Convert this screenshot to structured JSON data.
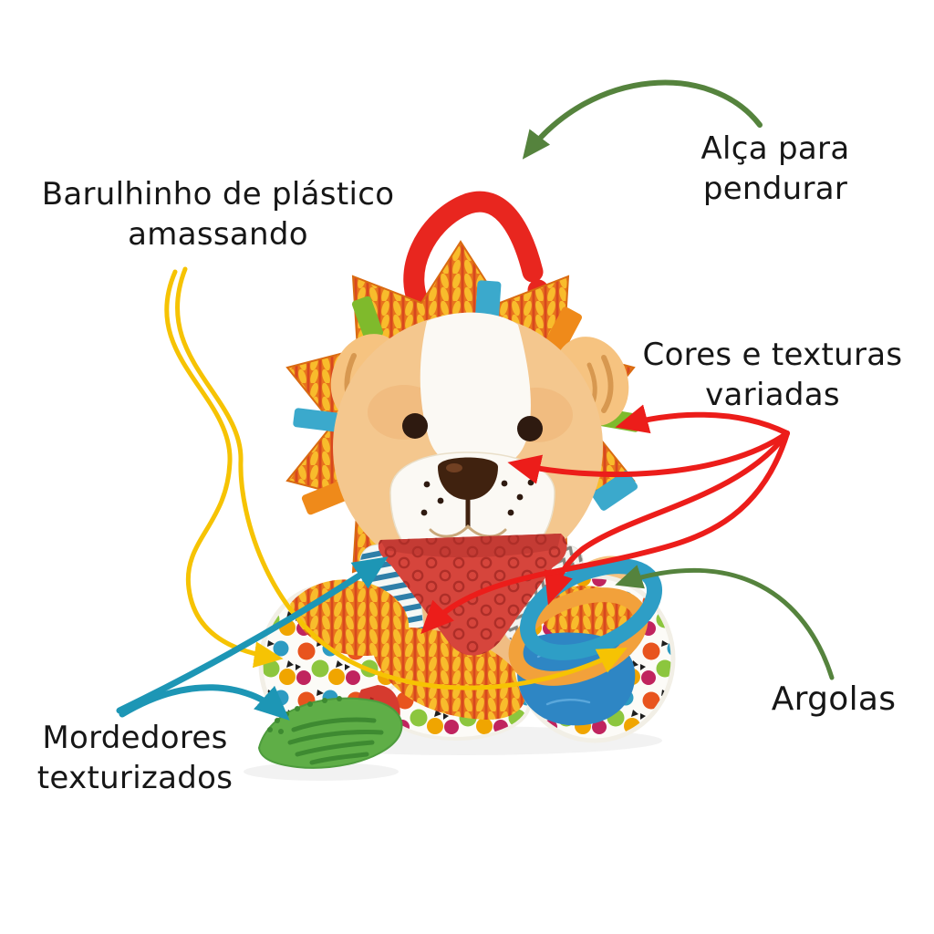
{
  "page": {
    "background": "#FFFFFF",
    "text_color": "#161616"
  },
  "labels": {
    "strap": {
      "line1": "Alça para",
      "line2": "pendurar",
      "color": "#55833D"
    },
    "crinkle": {
      "line1": "Barulhinho de plástico",
      "line2": "amassando",
      "color": "#F6C303"
    },
    "textures": {
      "line1": "Cores e texturas",
      "line2": "variadas",
      "color": "#EC1D1A"
    },
    "rings": {
      "line1": "Argolas",
      "color": "#55833D"
    },
    "teethers": {
      "line1": "Mordedores",
      "line2": "texturizados",
      "color": "#1D96B5"
    }
  },
  "toy": {
    "name": "plush-lion-activity-toy",
    "colors": {
      "clip_red": "#E8261F",
      "mane_orange": "#E8741C",
      "mane_stitch": "#F8BC2C",
      "head_tan": "#F4C78E",
      "muzzle_white": "#FBF9F4",
      "nose_brown": "#40220F",
      "bandana_red": "#D6453C",
      "ring_blue": "#2E9EC6",
      "ring_orange": "#F2A13B",
      "foot_blue": "#2E86C4",
      "leaf_green": "#5FAE47"
    }
  }
}
